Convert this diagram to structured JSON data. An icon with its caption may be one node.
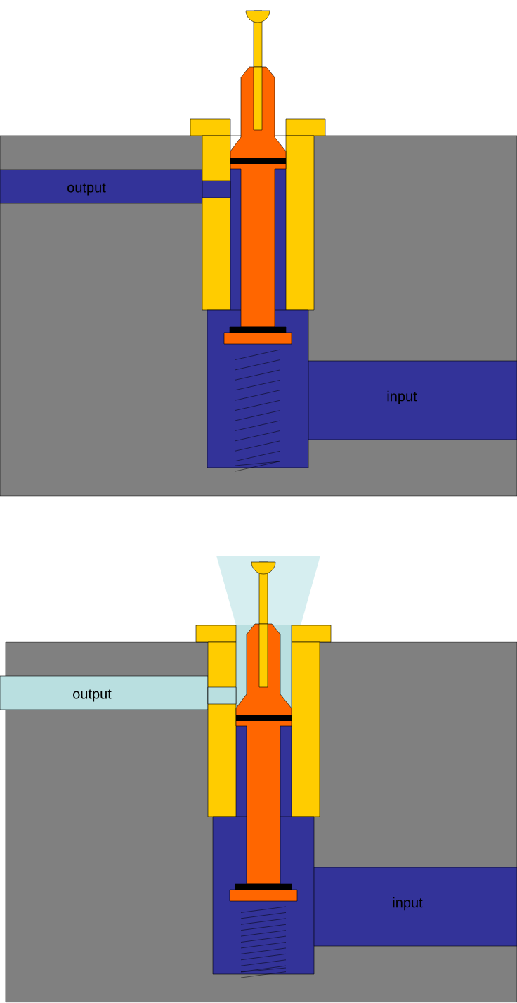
{
  "diagram": {
    "labels": [
      "output",
      "input",
      "output",
      "input"
    ]
  }
}
